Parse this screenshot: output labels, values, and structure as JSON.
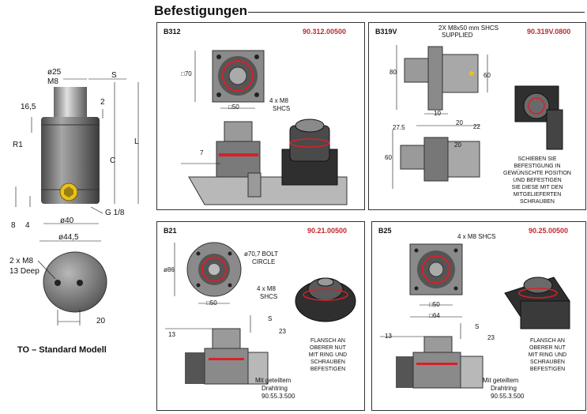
{
  "page": {
    "title": "Befestigungen",
    "footer": "TO – Standard Modell"
  },
  "main_drawing": {
    "labels": {
      "d25": "ø25",
      "m8": "M8",
      "s": "S",
      "d16_5": "16,5",
      "two": "2",
      "r1": "R1",
      "c": "C",
      "l": "L",
      "eight": "8",
      "four": "4",
      "d40": "ø40",
      "g18": "G 1/8",
      "d44_5": "ø44,5"
    },
    "bottom_view": {
      "thread": "2 x M8",
      "depth": "13 Deep",
      "spacing": "20"
    }
  },
  "panels": {
    "b312": {
      "tag": "B312",
      "part": "90.312.00500",
      "dim_70": "□70",
      "dim_50": "□50",
      "screws": "4 x M8",
      "screws2": "SHCS",
      "dim_7": "7"
    },
    "b319v": {
      "tag": "B319V",
      "part": "90.319V.0800",
      "supplied1": "2X M8x50 mm SHCS",
      "supplied2": "SUPPLIED",
      "dim_80": "80",
      "dim_60": "60",
      "dim_10": "10",
      "dim_20a": "20",
      "dim_27_5": "27.5",
      "dim_20b": "20",
      "dim_22": "22",
      "dim_60b": "60",
      "note": [
        "SCHIEBEN SIE",
        "BEFESTIGUNG IN",
        "GEWÜNSCHTE POSITION",
        "UND BEFESTIGEN",
        "SIE DIESE MIT DEN",
        "MITGELIEFERTEN",
        "SCHRAUBEN"
      ]
    },
    "b21": {
      "tag": "B21",
      "part": "90.21.00500",
      "bolt1": "ø70,7 BOLT",
      "bolt2": "CIRCLE",
      "dim_86": "ø86",
      "screws": "4 x M8",
      "screws2": "SHCS",
      "dim_50": "□50",
      "dim_s": "S",
      "dim_13": "13",
      "dim_23": "23",
      "ring1": "Mit geteiltem",
      "ring2": "Drahtring",
      "ring3": "90.55.3.500",
      "note": [
        "FLANSCH AN",
        "OBERER NUT",
        "MIT RING UND",
        "SCHRAUBEN",
        "BEFESTIGEN"
      ]
    },
    "b25": {
      "tag": "B25",
      "part": "90.25.00500",
      "screws": "4 x M8 SHCS",
      "dim_50": "□50",
      "dim_64": "□64",
      "dim_s": "S",
      "dim_13": "13",
      "dim_23": "23",
      "ring1": "Mit geteiltem",
      "ring2": "Drahtring",
      "ring3": "90.55.3.500",
      "note": [
        "FLANSCH AN",
        "OBERER NUT",
        "MIT RING UND",
        "SCHRAUBEN",
        "BEFESTIGEN"
      ]
    }
  },
  "colors": {
    "part_number": "#c0282e",
    "ring": "#d8202a",
    "port": "#e8c21e",
    "body": "#7a7a7a",
    "dark": "#2c2c2c"
  }
}
